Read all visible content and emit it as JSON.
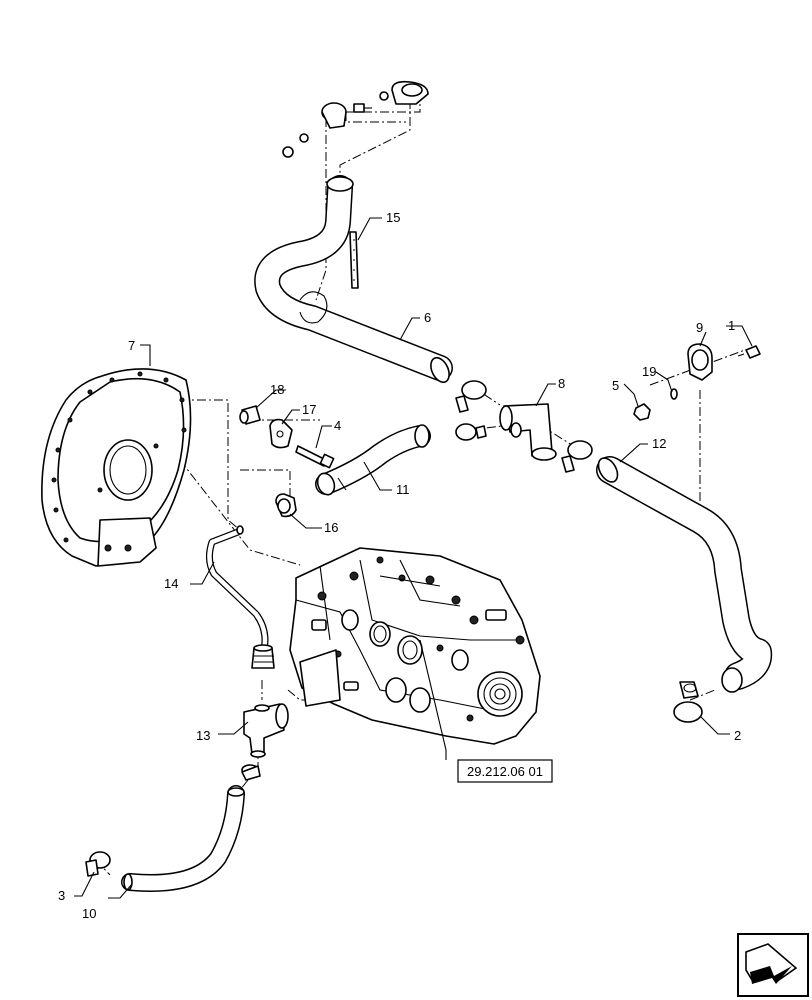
{
  "callouts": [
    "1",
    "2",
    "3",
    "4",
    "5",
    "6",
    "7",
    "8",
    "9",
    "10",
    "11",
    "12",
    "13",
    "14",
    "15",
    "16",
    "17",
    "18",
    "19"
  ],
  "reference": "29.212.06 01",
  "icon": "next-page-arrow-icon"
}
